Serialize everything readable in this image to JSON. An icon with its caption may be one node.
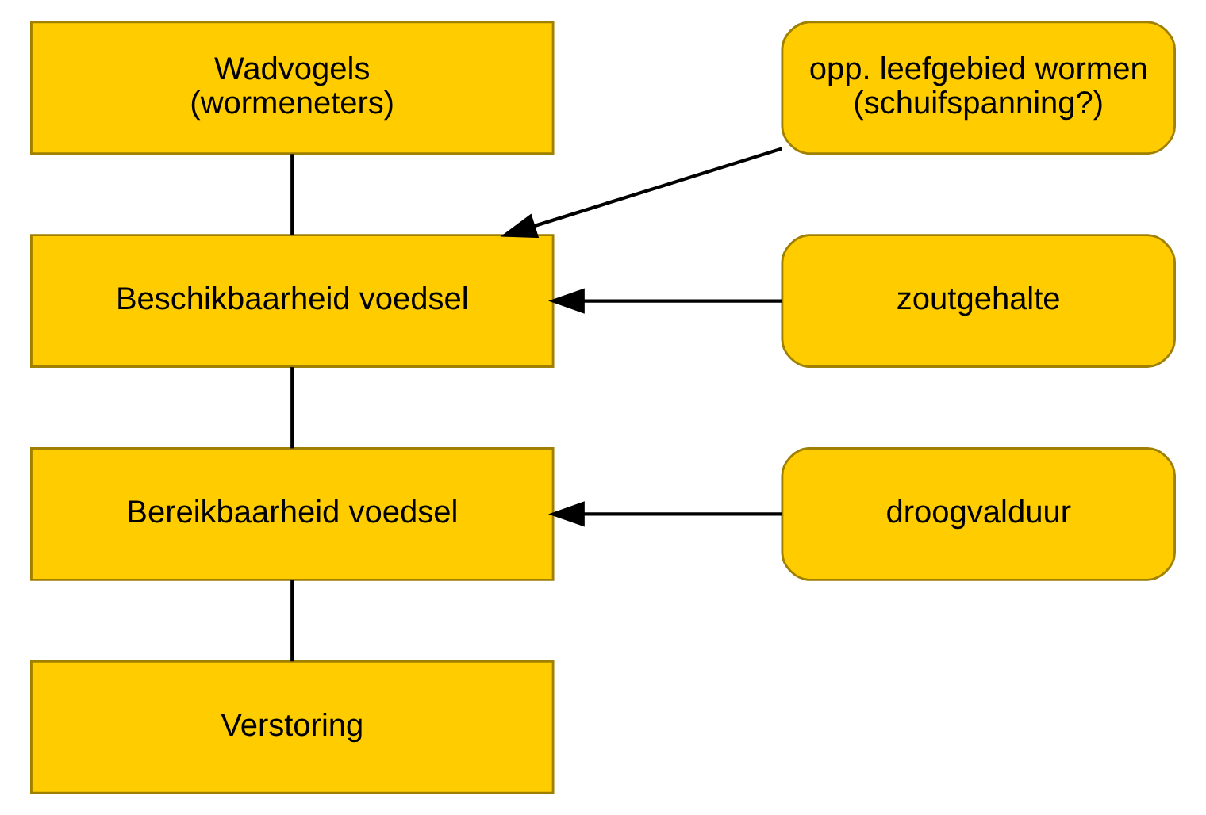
{
  "diagram": {
    "nodes": [
      {
        "text": [
          "Wadvogels (wormeneters)"
        ]
      },
      {
        "text": [
          "Beschikbaarheid voedsel"
        ]
      },
      {
        "text": [
          "Bereikbaarheid voedsel"
        ]
      },
      {
        "text": [
          "Verstoring"
        ]
      },
      {
        "text": [
          "opp. leefgebied wormen (schuifspanning?)"
        ]
      },
      {
        "text": [
          "zoutgehalte"
        ]
      },
      {
        "text": [
          "droogvalduur"
        ]
      }
    ],
    "edges": [
      {
        "from": 0,
        "to": 1,
        "arrow": "none"
      },
      {
        "from": 1,
        "to": 2,
        "arrow": "none"
      },
      {
        "from": 2,
        "to": 3,
        "arrow": "none"
      },
      {
        "from": 4,
        "to": 1,
        "arrow": "to"
      },
      {
        "from": 5,
        "to": 1,
        "arrow": "to"
      },
      {
        "from": 6,
        "to": 2,
        "arrow": "to"
      }
    ]
  }
}
